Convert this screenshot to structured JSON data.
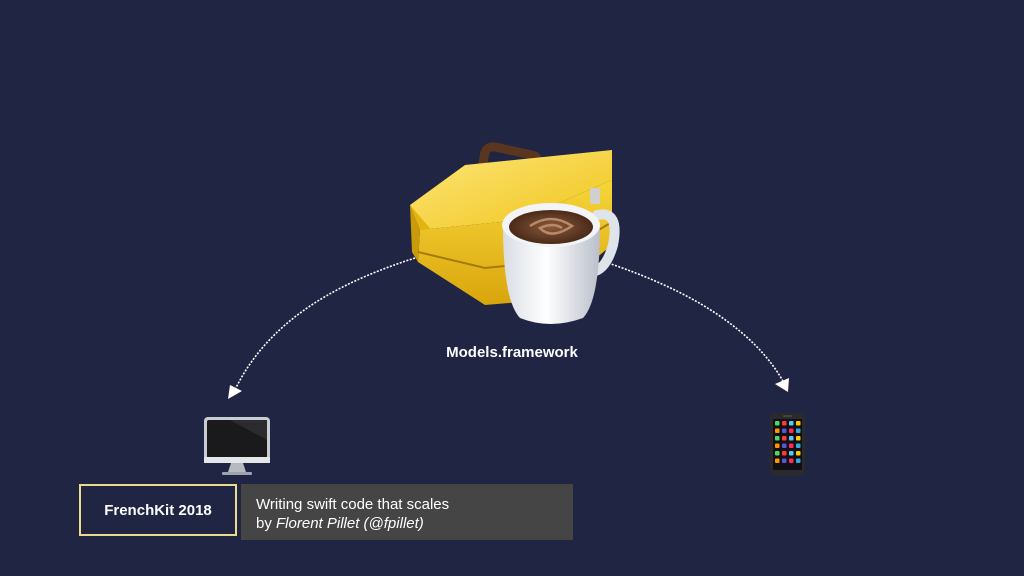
{
  "slide": {
    "framework_label": "Models.framework",
    "icons": {
      "toolbox": "toolbox-icon",
      "coffee": "coffee-cup-icon",
      "mac": "imac-icon",
      "phone": "iphone-icon"
    },
    "colors": {
      "background": "#1f2543",
      "toolbox_yellow": "#f0c419",
      "badge_border": "#e9dc8d",
      "footer_info_bg": "#454545"
    }
  },
  "footer": {
    "event": "FrenchKit 2018",
    "talk_title": "Writing swift code that scales",
    "by_prefix": "by ",
    "author": "Florent Pillet (@fpillet)"
  }
}
